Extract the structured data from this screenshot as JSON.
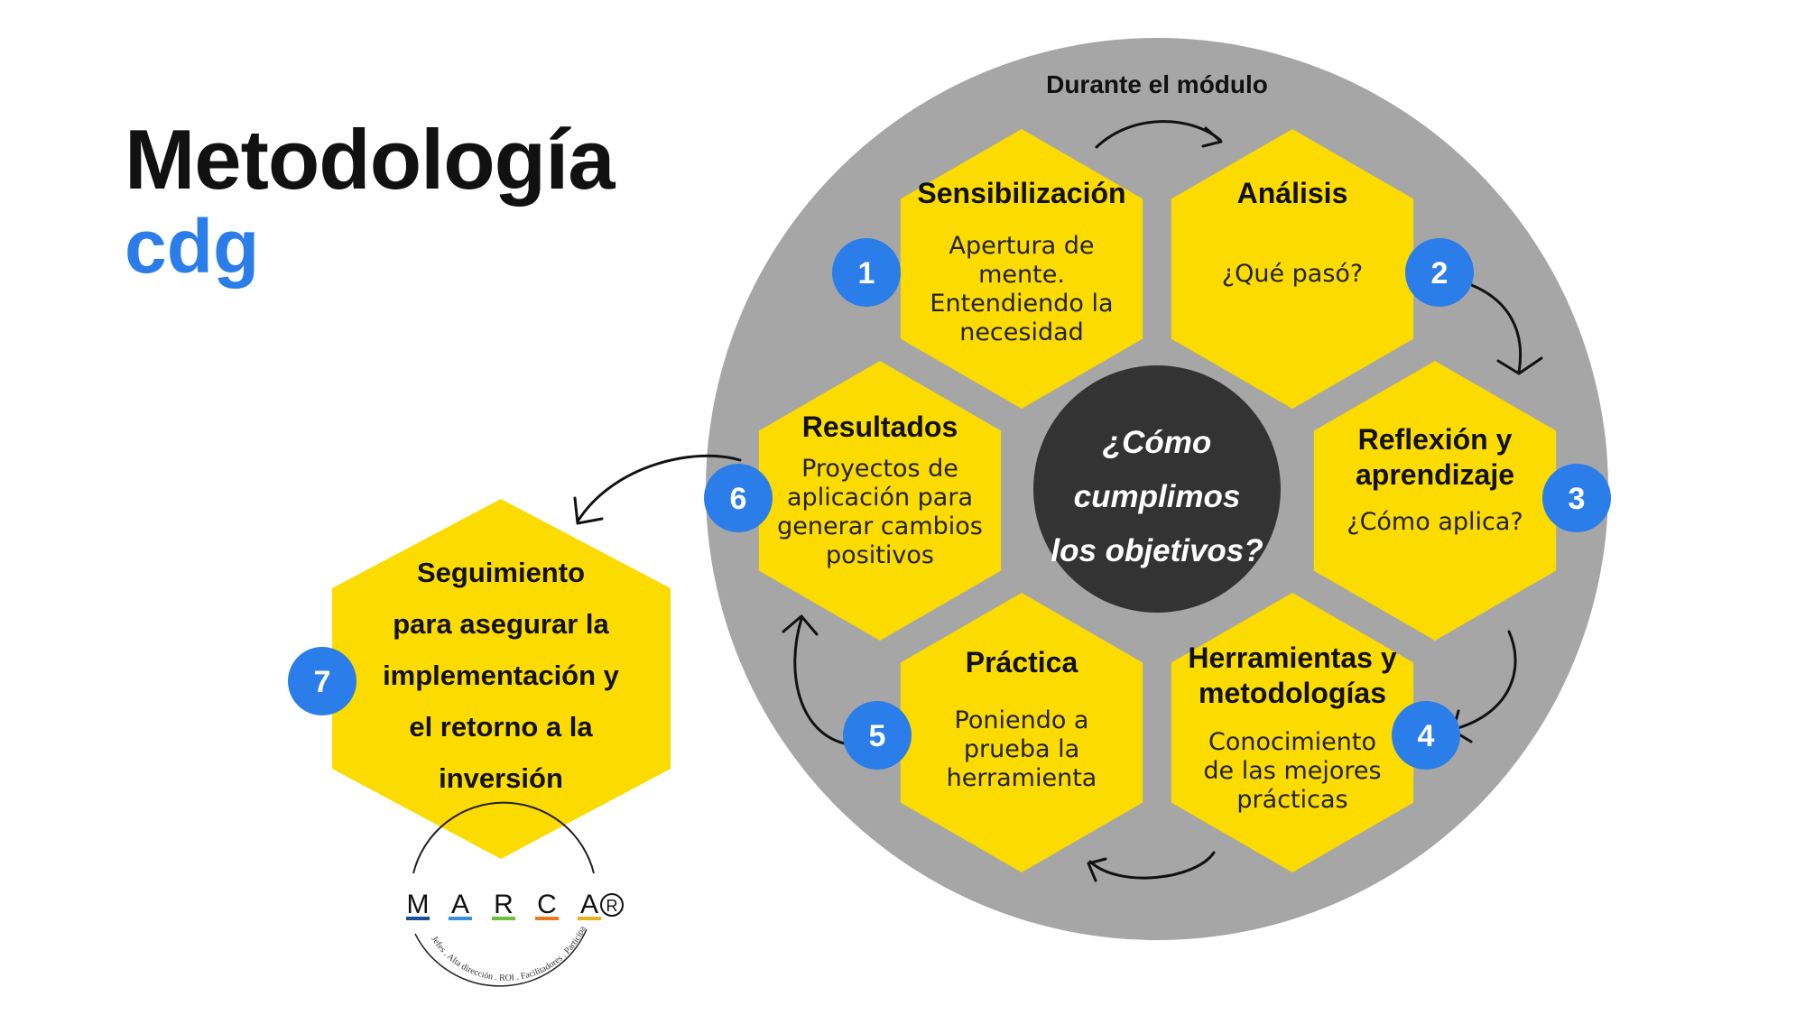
{
  "title": "Metodología",
  "subtitle": "cdg",
  "cycle_label": "Durante el módulo",
  "center_question": [
    "¿Cómo",
    "cumplimos",
    "los objetivos?"
  ],
  "steps": [
    {
      "number": "1",
      "heading": [
        "Sensibilización"
      ],
      "body": [
        "Apertura de",
        "mente.",
        "Entendiendo la",
        "necesidad"
      ]
    },
    {
      "number": "2",
      "heading": [
        "Análisis"
      ],
      "body": [
        "¿Qué pasó?"
      ]
    },
    {
      "number": "3",
      "heading": [
        "Reflexión y",
        "aprendizaje"
      ],
      "body": [
        "¿Cómo aplica?"
      ]
    },
    {
      "number": "4",
      "heading": [
        "Herramientas y",
        "metodologías"
      ],
      "body": [
        "Conocimiento",
        "de las mejores",
        "prácticas"
      ]
    },
    {
      "number": "5",
      "heading": [
        "Práctica"
      ],
      "body": [
        "Poniendo a",
        "prueba la",
        "herramienta"
      ]
    },
    {
      "number": "6",
      "heading": [
        "Resultados"
      ],
      "body": [
        "Proyectos de",
        "aplicación para",
        "generar cambios",
        "positivos"
      ]
    }
  ],
  "followup": {
    "number": "7",
    "lines": [
      "Seguimiento",
      "para asegurar la",
      "implementación y",
      "el retorno a la",
      "inversión"
    ]
  },
  "logo": {
    "letters": [
      "M",
      "A",
      "R",
      "C",
      "A"
    ],
    "registered": "R",
    "tagline": "Jefes . Alta dirección . ROI . Facilitadores . Participante",
    "colors": [
      "#1f4e99",
      "#3a8fd8",
      "#6cbf3c",
      "#e87a1c",
      "#e8b21c"
    ]
  },
  "colors": {
    "accent_blue": "#2b7de9",
    "hex_yellow": "#fcdb00",
    "ring_gray": "#a6a6a6",
    "center_dark": "#333333"
  }
}
